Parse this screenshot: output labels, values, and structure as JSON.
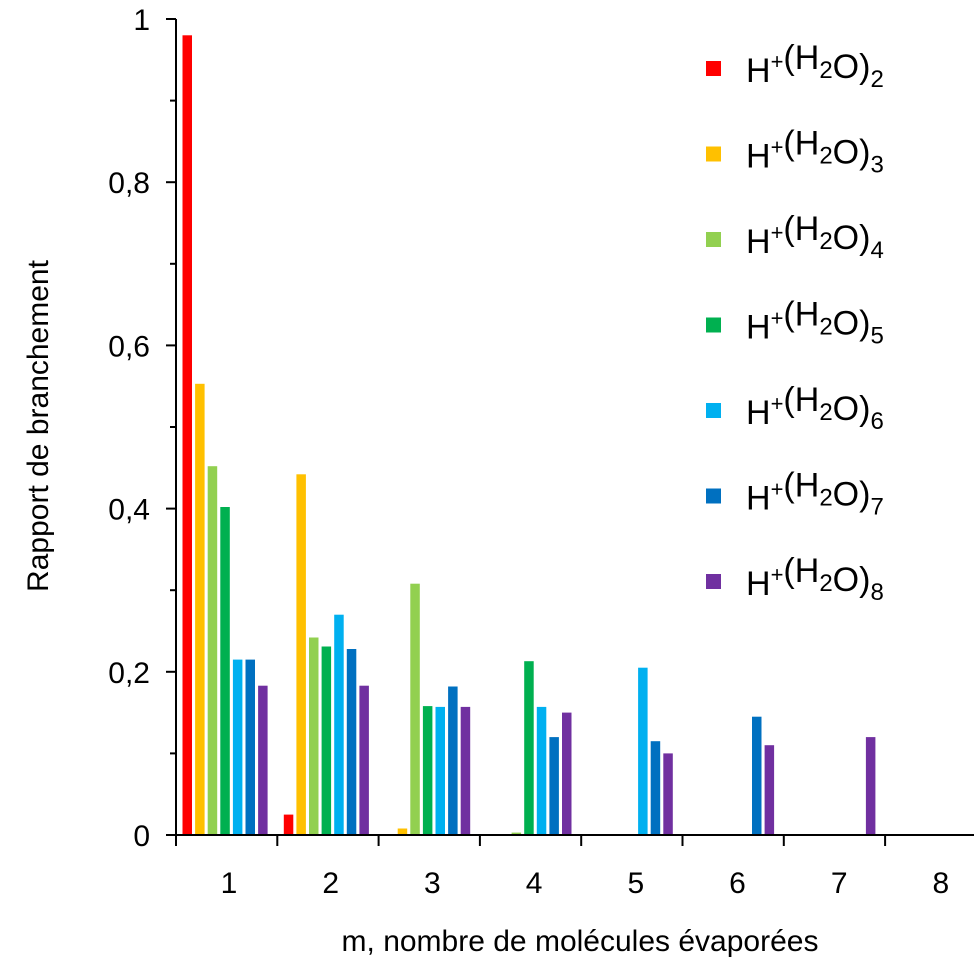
{
  "chart_data": {
    "type": "bar",
    "title": "",
    "xlabel": "m, nombre de molécules évaporées",
    "ylabel": "Rapport de branchement",
    "ylim": [
      0,
      1
    ],
    "yticks": [
      {
        "value": 0,
        "label": "0"
      },
      {
        "value": 0.2,
        "label": "0,2"
      },
      {
        "value": 0.4,
        "label": "0,4"
      },
      {
        "value": 0.6,
        "label": "0,6"
      },
      {
        "value": 0.8,
        "label": "0,8"
      },
      {
        "value": 1,
        "label": "1"
      }
    ],
    "categories": [
      "1",
      "2",
      "3",
      "4",
      "5",
      "6",
      "7",
      "8"
    ],
    "legend_position": "top-right",
    "grid": false,
    "series": [
      {
        "name": "H+(H2O)2",
        "base": "H",
        "charge": "+",
        "group": "(H",
        "sub": "2",
        "group_end": "O)",
        "n": "2",
        "color": "#ff0000",
        "values": [
          0.98,
          0.025,
          null,
          null,
          null,
          null,
          null,
          null
        ]
      },
      {
        "name": "H+(H2O)3",
        "base": "H",
        "charge": "+",
        "group": "(H",
        "sub": "2",
        "group_end": "O)",
        "n": "3",
        "color": "#ffc000",
        "values": [
          0.553,
          0.442,
          0.008,
          null,
          null,
          null,
          null,
          null
        ]
      },
      {
        "name": "H+(H2O)4",
        "base": "H",
        "charge": "+",
        "group": "(H",
        "sub": "2",
        "group_end": "O)",
        "n": "4",
        "color": "#92d050",
        "values": [
          0.452,
          0.242,
          0.308,
          0.003,
          null,
          null,
          null,
          null
        ]
      },
      {
        "name": "H+(H2O)5",
        "base": "H",
        "charge": "+",
        "group": "(H",
        "sub": "2",
        "group_end": "O)",
        "n": "5",
        "color": "#00b050",
        "values": [
          0.402,
          0.231,
          0.158,
          0.213,
          null,
          null,
          null,
          null
        ]
      },
      {
        "name": "H+(H2O)6",
        "base": "H",
        "charge": "+",
        "group": "(H",
        "sub": "2",
        "group_end": "O)",
        "n": "6",
        "color": "#00b0f0",
        "values": [
          0.215,
          0.27,
          0.157,
          0.157,
          0.205,
          null,
          null,
          null
        ]
      },
      {
        "name": "H+(H2O)7",
        "base": "H",
        "charge": "+",
        "group": "(H",
        "sub": "2",
        "group_end": "O)",
        "n": "7",
        "color": "#0070c0",
        "values": [
          0.215,
          0.228,
          0.182,
          0.12,
          0.115,
          0.145,
          null,
          null
        ]
      },
      {
        "name": "H+(H2O)8",
        "base": "H",
        "charge": "+",
        "group": "(H",
        "sub": "2",
        "group_end": "O)",
        "n": "8",
        "color": "#7030a0",
        "values": [
          0.183,
          0.183,
          0.157,
          0.15,
          0.1,
          0.11,
          0.12,
          null
        ]
      }
    ]
  }
}
